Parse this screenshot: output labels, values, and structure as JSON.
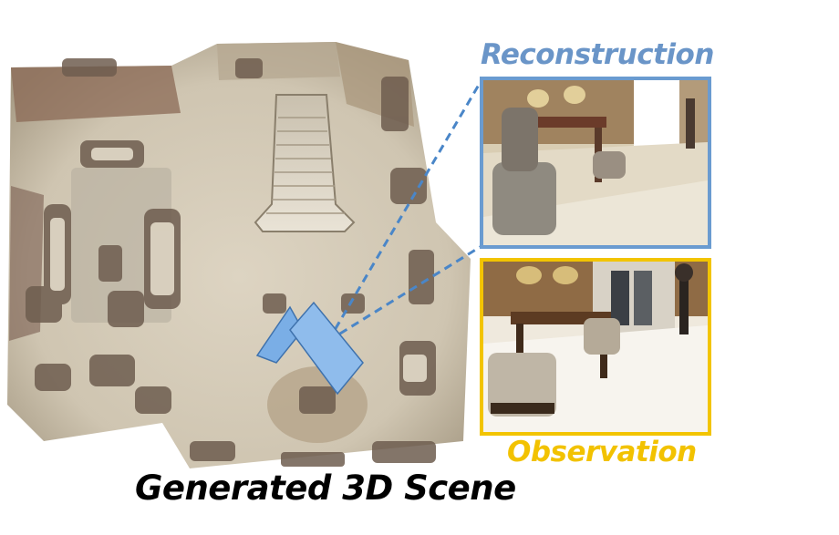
{
  "labels": {
    "scene_title": "Generated 3D Scene",
    "reconstruction": "Reconstruction",
    "observation": "Observation"
  },
  "colors": {
    "reconstruction": "#6a9bd0",
    "observation": "#f2c400",
    "camera": "#7aaee6",
    "scene_title": "#000000"
  },
  "icons": {
    "camera": "camera-icon"
  }
}
